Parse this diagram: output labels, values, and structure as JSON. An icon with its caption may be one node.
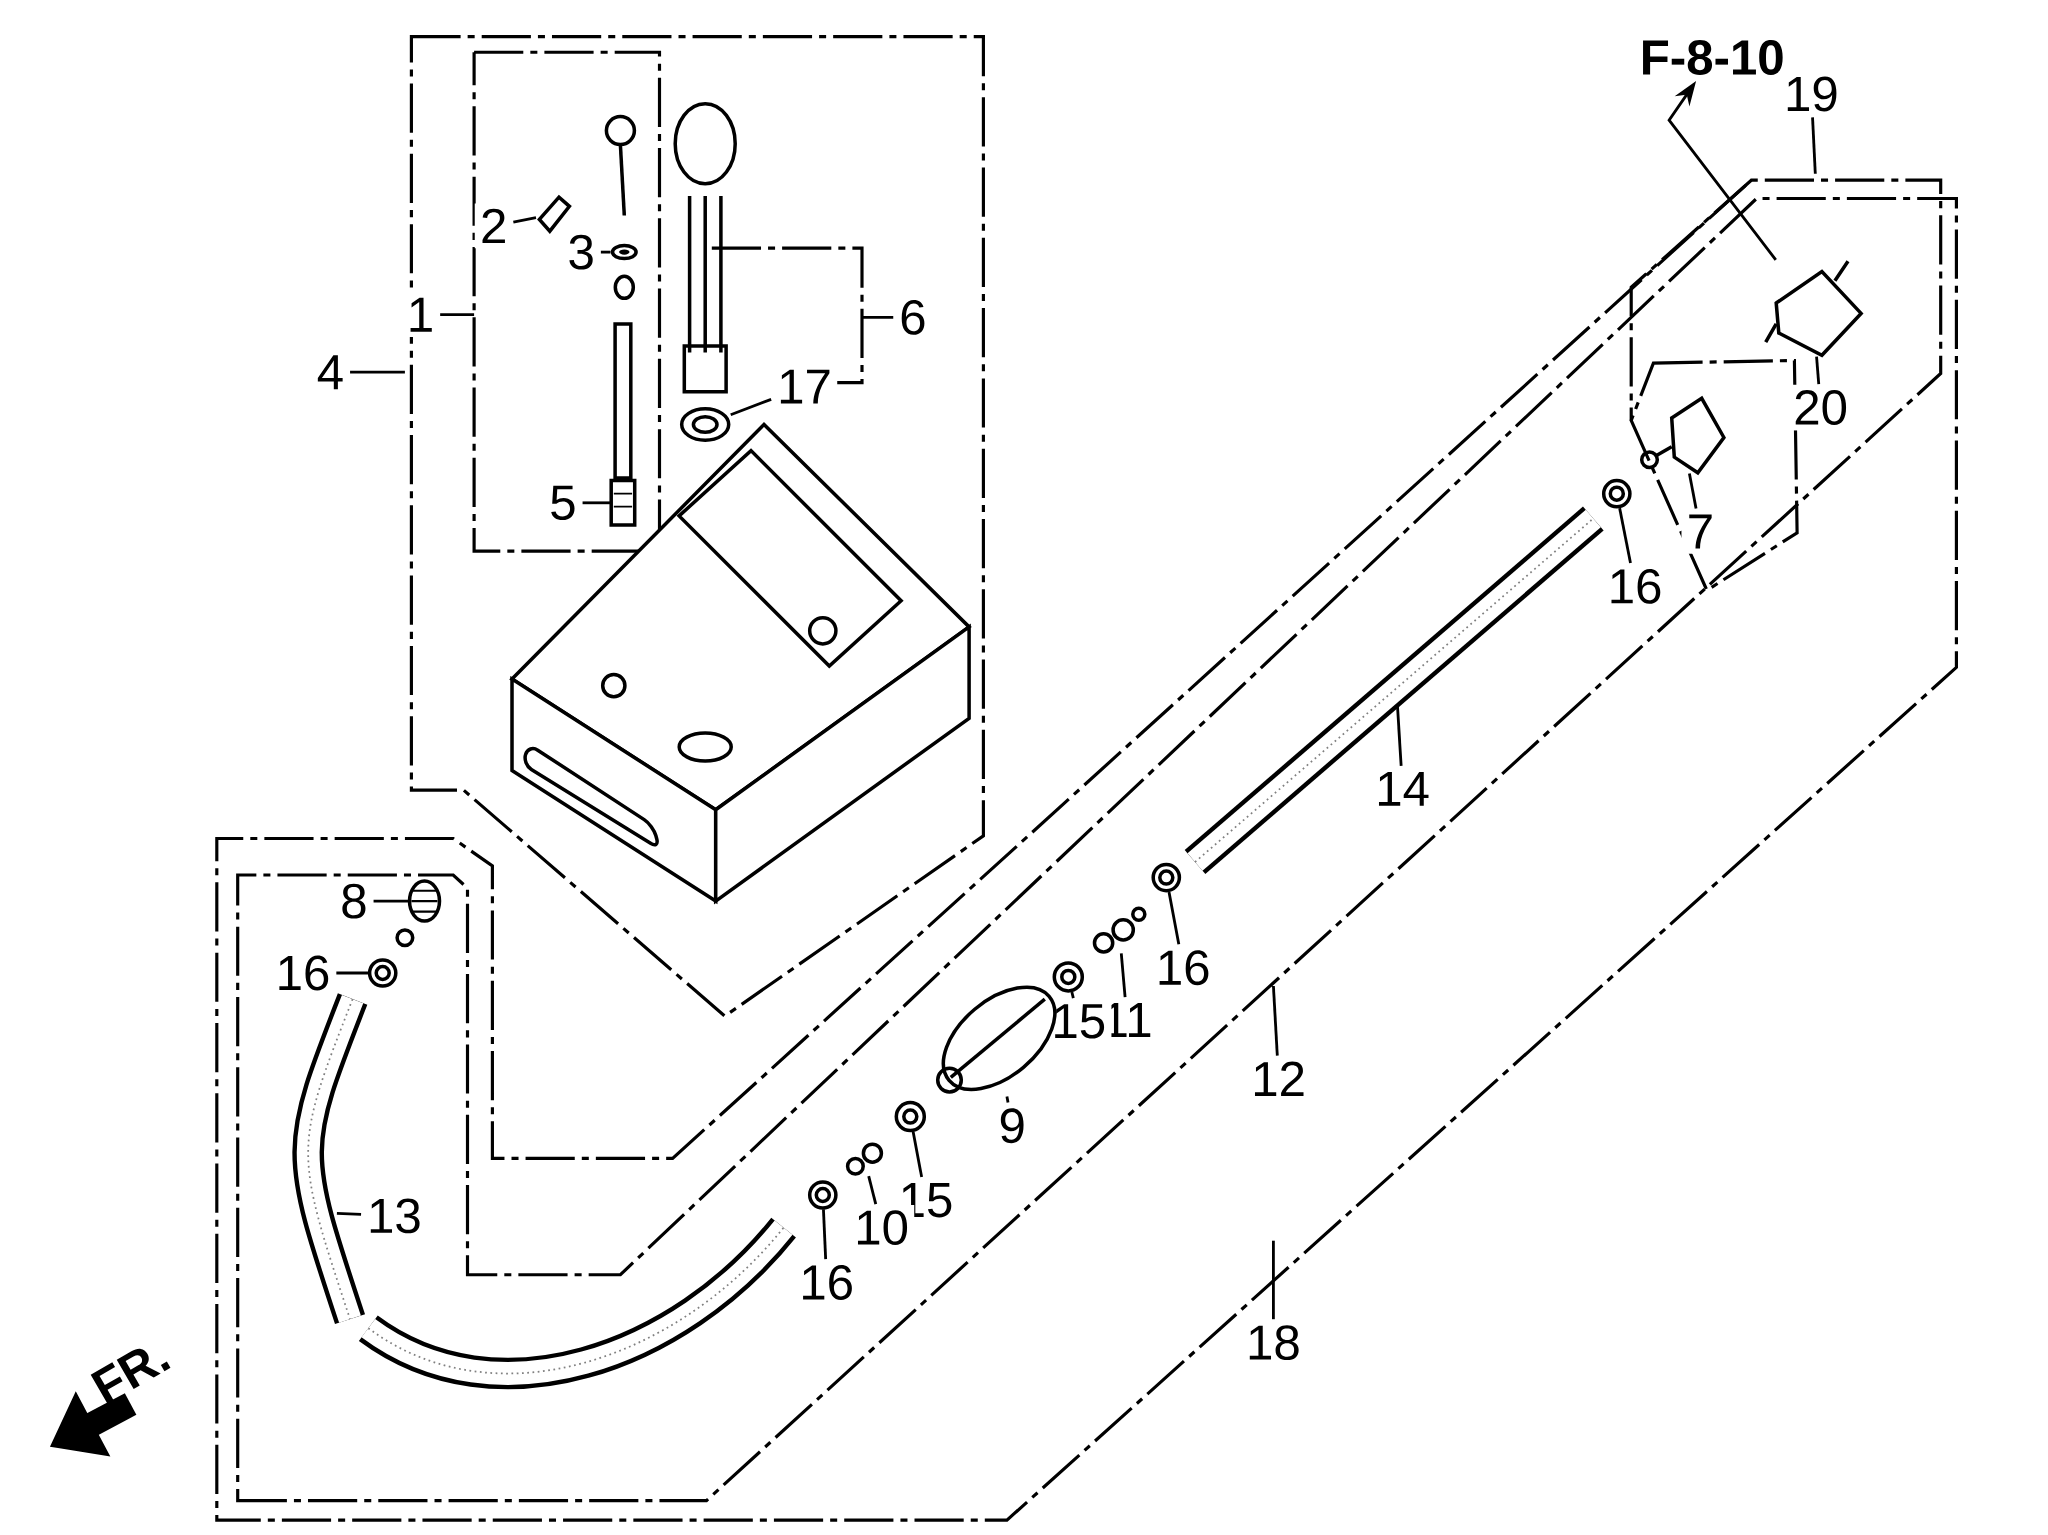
{
  "diagram": {
    "nodes": [
      {
        "text": [
          "1"
        ]
      },
      {
        "text": [
          "2"
        ]
      },
      {
        "text": [
          "3"
        ]
      },
      {
        "text": [
          "4"
        ]
      },
      {
        "text": [
          "5"
        ]
      },
      {
        "text": [
          "6"
        ]
      },
      {
        "text": [
          "17"
        ]
      },
      {
        "text": [
          "F-8-10"
        ]
      },
      {
        "text": [
          "19"
        ]
      },
      {
        "text": [
          "20"
        ]
      },
      {
        "text": [
          "7"
        ]
      },
      {
        "text": [
          "16"
        ]
      },
      {
        "text": [
          "14"
        ]
      },
      {
        "text": [
          "16"
        ]
      },
      {
        "text": [
          "11"
        ]
      },
      {
        "text": [
          "15"
        ]
      },
      {
        "text": [
          "12"
        ]
      },
      {
        "text": [
          "9"
        ]
      },
      {
        "text": [
          "15"
        ]
      },
      {
        "text": [
          "10"
        ]
      },
      {
        "text": [
          "16"
        ]
      },
      {
        "text": [
          "18"
        ]
      },
      {
        "text": [
          "13"
        ]
      },
      {
        "text": [
          "8"
        ]
      },
      {
        "text": [
          "16"
        ]
      },
      {
        "text": [],
        "shape": "picture"
      },
      {
        "text": [],
        "shape": "picture"
      },
      {
        "text": [],
        "shape": "picture"
      },
      {
        "text": [],
        "shape": "picture"
      },
      {
        "text": [],
        "shape": "picture"
      },
      {
        "text": [],
        "shape": "picture"
      },
      {
        "text": [],
        "shape": "picture"
      },
      {
        "text": [],
        "shape": "picture"
      },
      {
        "text": [],
        "shape": "picture"
      },
      {
        "text": [],
        "shape": "picture"
      },
      {
        "text": [],
        "shape": "picture"
      },
      {
        "text": [],
        "shape": "picture"
      },
      {
        "text": [],
        "shape": "picture"
      },
      {
        "text": [],
        "shape": "picture"
      },
      {
        "text": [],
        "shape": "picture"
      },
      {
        "text": [],
        "shape": "picture"
      }
    ],
    "edges": [
      {
        "from": 0,
        "to": null,
        "arrow": "none"
      },
      {
        "from": 1,
        "to": 25,
        "arrow": "none"
      },
      {
        "from": 2,
        "to": 26,
        "arrow": "none"
      },
      {
        "from": 3,
        "to": null,
        "arrow": "none"
      },
      {
        "from": 4,
        "to": 27,
        "arrow": "none"
      },
      {
        "from": 5,
        "to": null,
        "arrow": "none"
      },
      {
        "from": 6,
        "to": 28,
        "arrow": "none"
      },
      {
        "from": 8,
        "to": null,
        "arrow": "none"
      },
      {
        "from": 9,
        "to": 29,
        "arrow": "none"
      },
      {
        "from": 10,
        "to": 30,
        "arrow": "none"
      },
      {
        "from": 11,
        "to": 31,
        "arrow": "none"
      },
      {
        "from": 12,
        "to": null,
        "arrow": "none"
      },
      {
        "from": 13,
        "to": 32,
        "arrow": "none"
      },
      {
        "from": 14,
        "to": 33,
        "arrow": "none"
      },
      {
        "from": 15,
        "to": 34,
        "arrow": "none"
      },
      {
        "from": 16,
        "to": null,
        "arrow": "none"
      },
      {
        "from": 17,
        "to": 35,
        "arrow": "none"
      },
      {
        "from": 18,
        "to": 36,
        "arrow": "none"
      },
      {
        "from": 19,
        "to": 37,
        "arrow": "none"
      },
      {
        "from": 20,
        "to": 38,
        "arrow": "none"
      },
      {
        "from": 21,
        "to": null,
        "arrow": "none"
      },
      {
        "from": 22,
        "to": null,
        "arrow": "none"
      },
      {
        "from": 23,
        "to": 39,
        "arrow": "none"
      },
      {
        "from": 24,
        "to": 40,
        "arrow": "none"
      },
      {
        "from": 29,
        "to": 7,
        "arrow": "to"
      }
    ],
    "labels": [
      "FR."
    ]
  }
}
